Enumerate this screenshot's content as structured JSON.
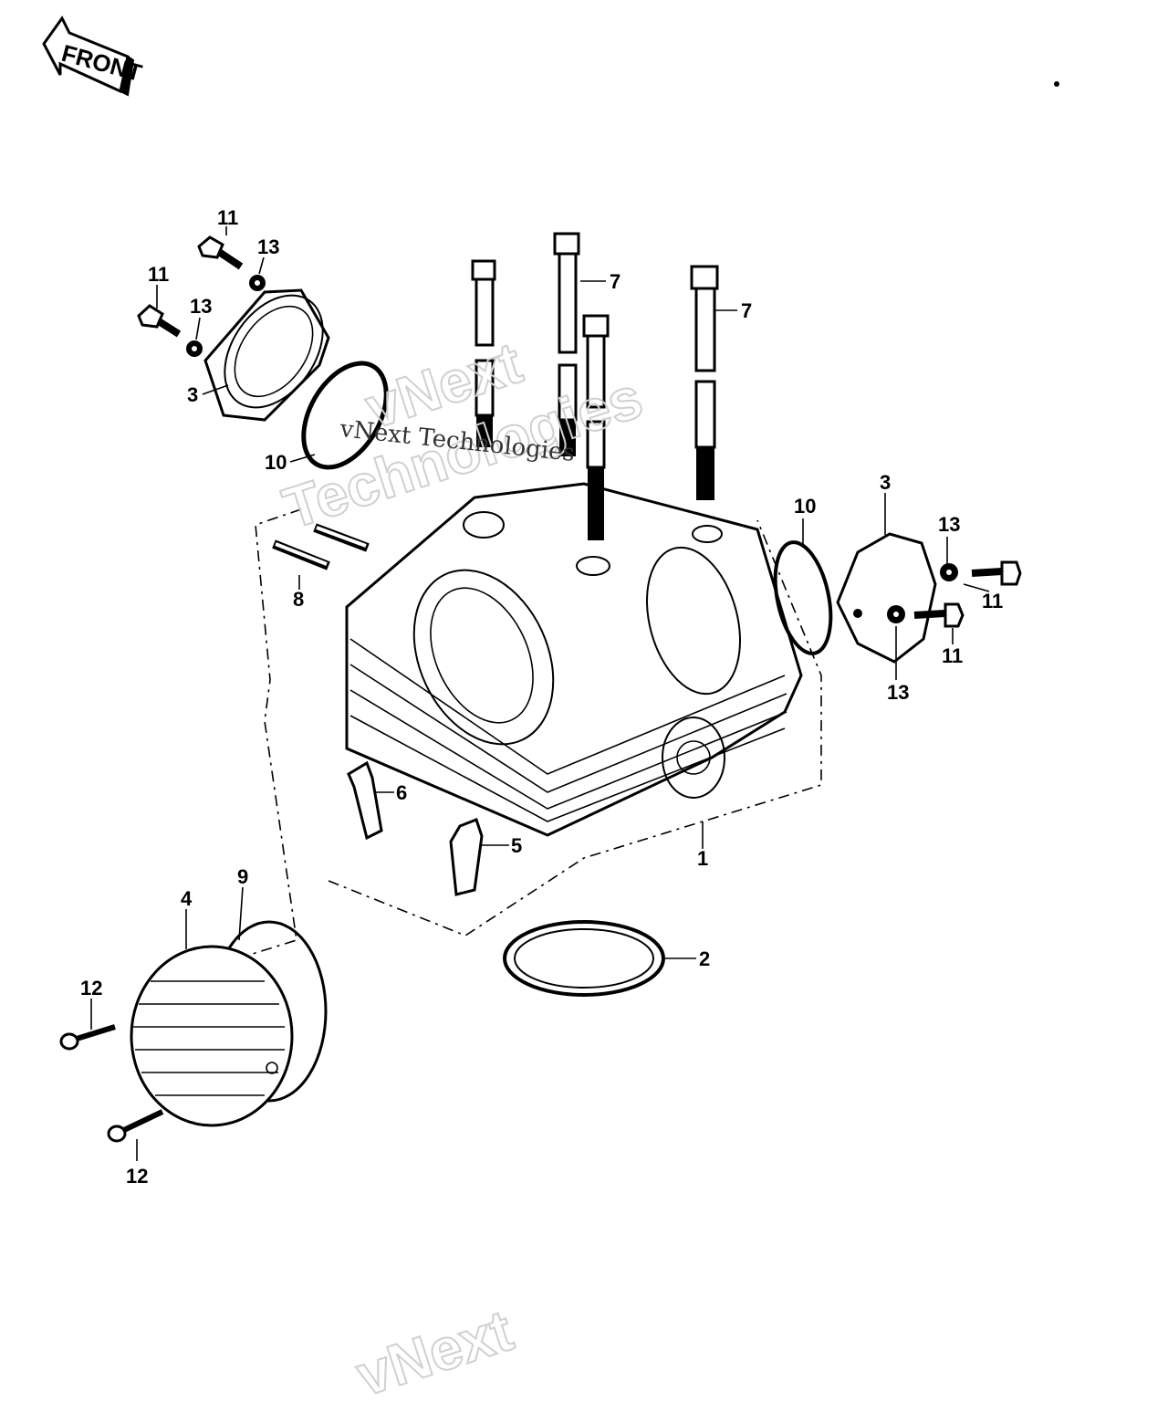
{
  "front_label": "FRONT",
  "watermark": {
    "serif_text": "vNext Technologies",
    "outline_line1": "vNext",
    "outline_line2": "Technologies",
    "bottom_text": "vNext"
  },
  "callouts": {
    "c1": "1",
    "c2": "2",
    "c3_left": "3",
    "c3_right": "3",
    "c4": "4",
    "c5": "5",
    "c6": "6",
    "c7_a": "7",
    "c7_b": "7",
    "c8": "8",
    "c9": "9",
    "c10_left": "10",
    "c10_right": "10",
    "c11_tl_a": "11",
    "c11_tl_b": "11",
    "c11_r_a": "11",
    "c11_r_b": "11",
    "c12_a": "12",
    "c12_b": "12",
    "c13_tl_a": "13",
    "c13_tl_b": "13",
    "c13_r_a": "13",
    "c13_r_b": "13"
  }
}
